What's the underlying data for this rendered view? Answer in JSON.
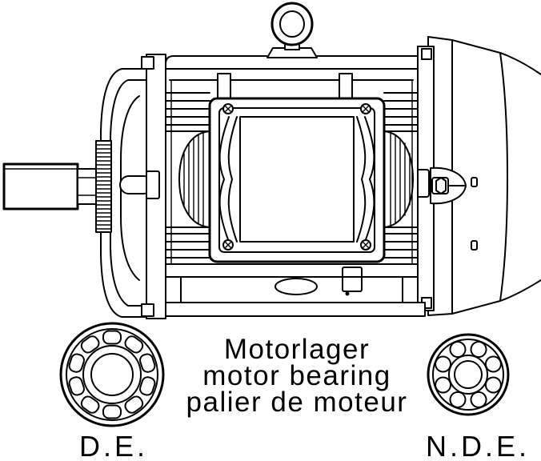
{
  "labels": {
    "bearing_de": "Motorlager",
    "bearing_en": "motor bearing",
    "bearing_fr": "palier de moteur",
    "drive_end": "D.E.",
    "non_drive_end": "N.D.E."
  },
  "colors": {
    "line": "#000000",
    "background": "#ffffff"
  }
}
